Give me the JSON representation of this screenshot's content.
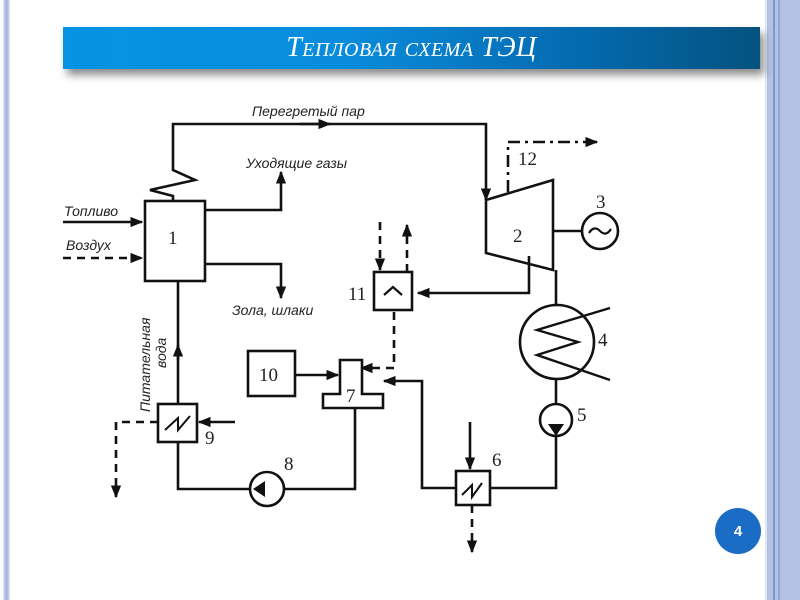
{
  "slide": {
    "title": "Тепловая схема ТЭЦ",
    "page_number": "4",
    "colors": {
      "title_bar_start": "#0693e3",
      "title_bar_end": "#04527f",
      "badge": "#1a6cc4",
      "side_border": "#b4c2e4"
    }
  },
  "diagram": {
    "labels": {
      "fuel": "Топливо",
      "air": "Воздух",
      "superheated_steam": "Перегретый пар",
      "flue_gases": "Уходящие газы",
      "ash_slag": "Зола, шлаки",
      "feed_water_line1": "Питательная",
      "feed_water_line2": "вода"
    },
    "components": [
      {
        "id": "1",
        "name": "boiler"
      },
      {
        "id": "2",
        "name": "turbine"
      },
      {
        "id": "3",
        "name": "generator"
      },
      {
        "id": "4",
        "name": "condenser"
      },
      {
        "id": "5",
        "name": "condensate-pump"
      },
      {
        "id": "6",
        "name": "low-pressure-heater"
      },
      {
        "id": "7",
        "name": "deaerator"
      },
      {
        "id": "8",
        "name": "feed-pump"
      },
      {
        "id": "9",
        "name": "high-pressure-heater"
      },
      {
        "id": "10",
        "name": "make-up-water-treatment"
      },
      {
        "id": "11",
        "name": "network-heater"
      },
      {
        "id": "12",
        "name": "steam-extraction-to-consumer"
      }
    ],
    "generator_symbol": "~"
  }
}
